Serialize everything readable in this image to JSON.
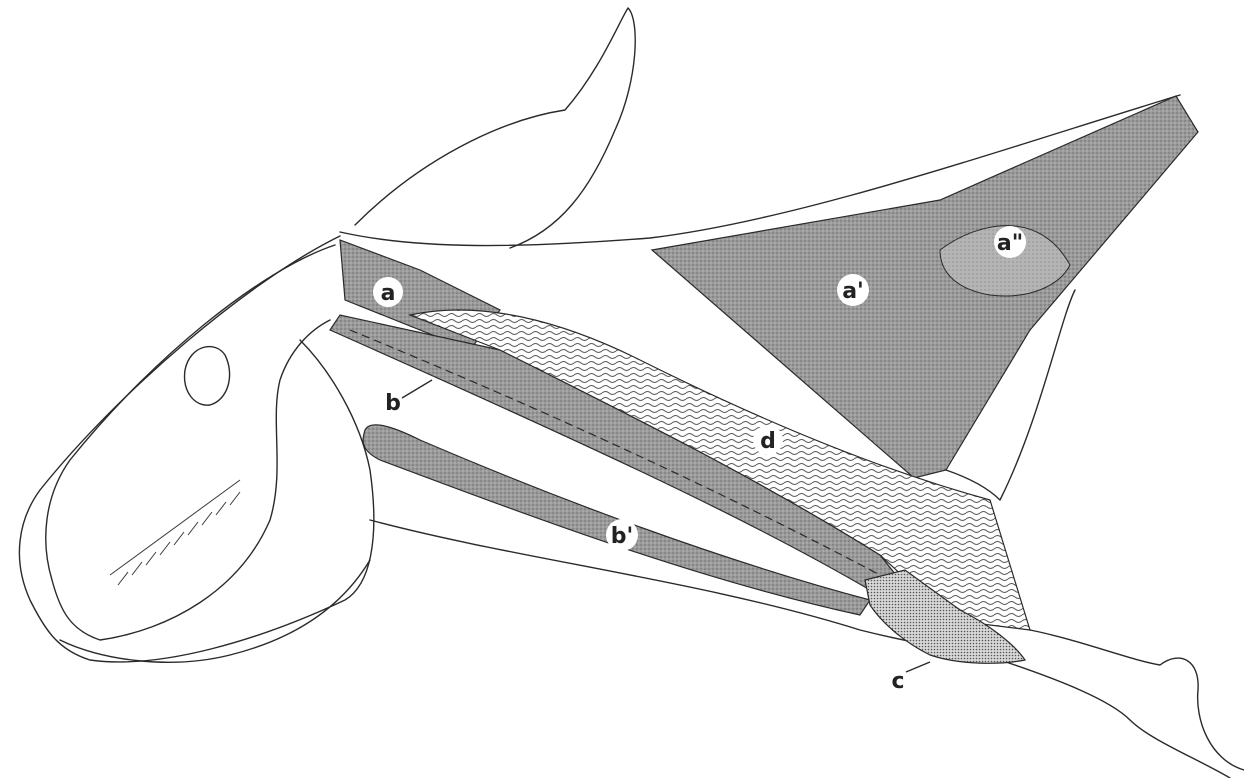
{
  "figure": {
    "labels": {
      "a": "a",
      "a_prime": "a'",
      "a_double_prime": "a\"",
      "b": "b",
      "b_prime": "b'",
      "c": "c",
      "d": "d"
    },
    "colors": {
      "line": "#2a2a2a",
      "stipple_dark": "#7a7a7a",
      "stipple_mid": "#9a9a9a",
      "stipple_light": "#b4b4b4",
      "wavy": "#555555",
      "background": "#ffffff"
    }
  }
}
